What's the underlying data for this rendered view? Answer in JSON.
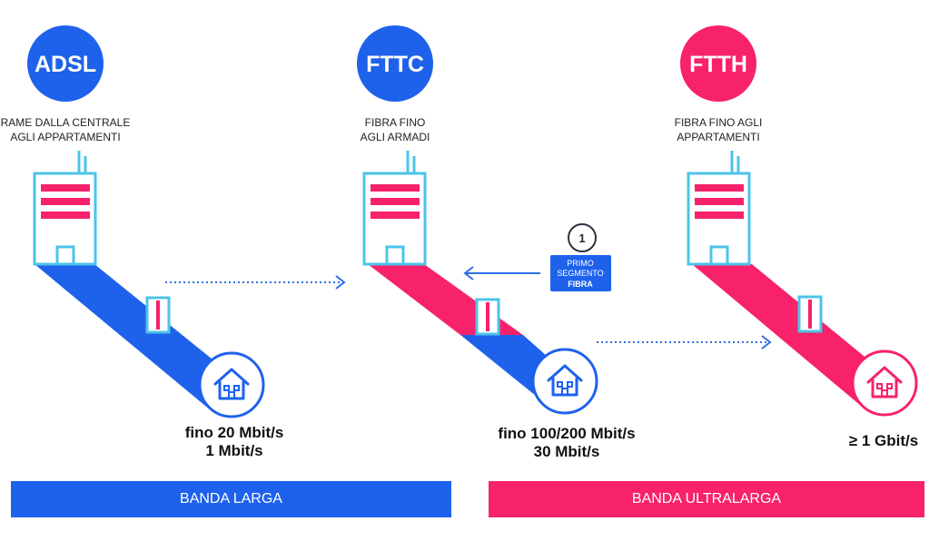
{
  "colors": {
    "blue": "#1e62ec",
    "pink": "#f7226a",
    "outline": "#4cc4e8",
    "arrow": "#2e6fe6"
  },
  "technologies": [
    {
      "id": "adsl",
      "label": "ADSL",
      "description": [
        "RAME DALLA CENTRALE",
        "AGLI APPARTAMENTI"
      ],
      "speed": [
        "fino 20 Mbit/s",
        "1 Mbit/s"
      ]
    },
    {
      "id": "fttc",
      "label": "FTTC",
      "description": [
        "FIBRA FINO",
        "AGLI ARMADI"
      ],
      "speed": [
        "fino 100/200 Mbit/s",
        "30 Mbit/s"
      ]
    },
    {
      "id": "ftth",
      "label": "FTTH",
      "description": [
        "FIBRA FINO AGLI",
        "APPARTAMENTI"
      ],
      "speed": [
        "≥ 1 Gbit/s"
      ]
    }
  ],
  "callout": {
    "number": "1",
    "lines": [
      "PRIMO",
      "SEGMENTO"
    ],
    "bold": "FIBRA"
  },
  "bands": {
    "larga": "BANDA LARGA",
    "ultralarga": "BANDA ULTRALARGA"
  },
  "icons": [
    "building-icon",
    "cabinet-icon",
    "house-icon",
    "dotted-arrow-icon",
    "arrow-left-icon"
  ]
}
